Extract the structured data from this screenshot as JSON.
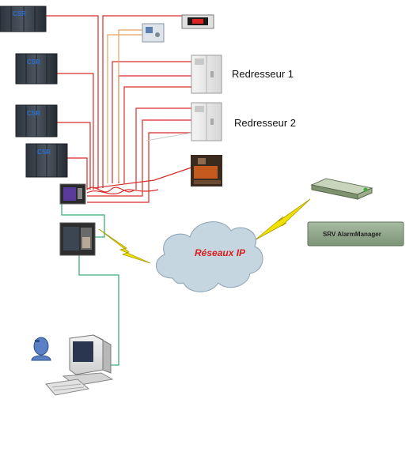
{
  "labels": {
    "rectifier_1": "Redresseur 1",
    "rectifier_2": "Redresseur 2",
    "network": "Réseaux IP",
    "server": "SRV AlarmManager",
    "rack_brand": "CSR"
  },
  "colors": {
    "wire_red": "#d92b2b",
    "wire_orange": "#e8a060",
    "wire_green": "#3fae7a",
    "lightning": "#f2e200",
    "cloud_fill": "#c6d6e0",
    "server_box": "#8fa58a"
  },
  "icons": {
    "rack": "server-rack-icon",
    "panel": "control-panel-icon",
    "display": "digital-display-icon",
    "rectifier": "rectifier-cabinet-icon",
    "generator": "generator-icon",
    "controller": "alarm-controller-icon",
    "gateway": "network-gateway-icon",
    "router": "router-icon",
    "computer": "workstation-icon",
    "user": "user-head-icon"
  }
}
